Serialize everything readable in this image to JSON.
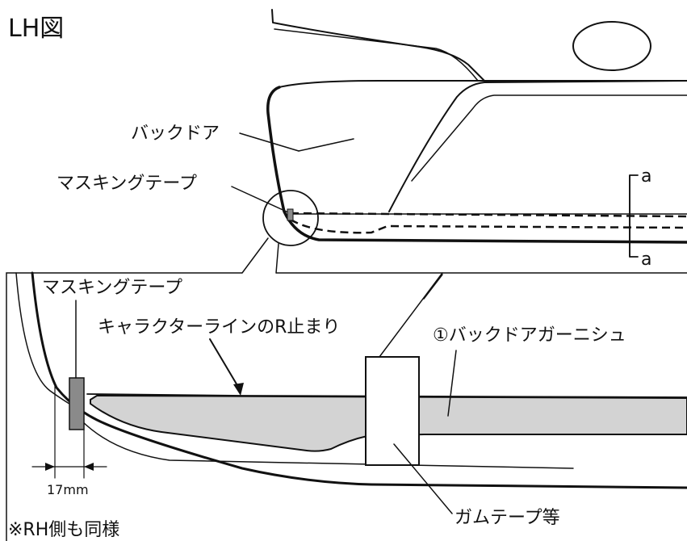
{
  "title": "LH図",
  "upper_view": {
    "back_door_label": "バックドア",
    "masking_tape_label": "マスキングテープ",
    "section_marker_top": "a",
    "section_marker_bottom": "a"
  },
  "detail_view": {
    "masking_tape_label": "マスキングテープ",
    "character_line_label": "キャラクターラインのR止まり",
    "garnish_label": "①バックドアガーニシュ",
    "gum_tape_label": "ガムテープ等",
    "dimension_label": "17mm"
  },
  "note": "※RH側も同様",
  "colors": {
    "line": "#111111",
    "garnish_fill": "#d3d3d3",
    "masking_tape_fill": "#8a8a8a",
    "background": "#ffffff"
  }
}
